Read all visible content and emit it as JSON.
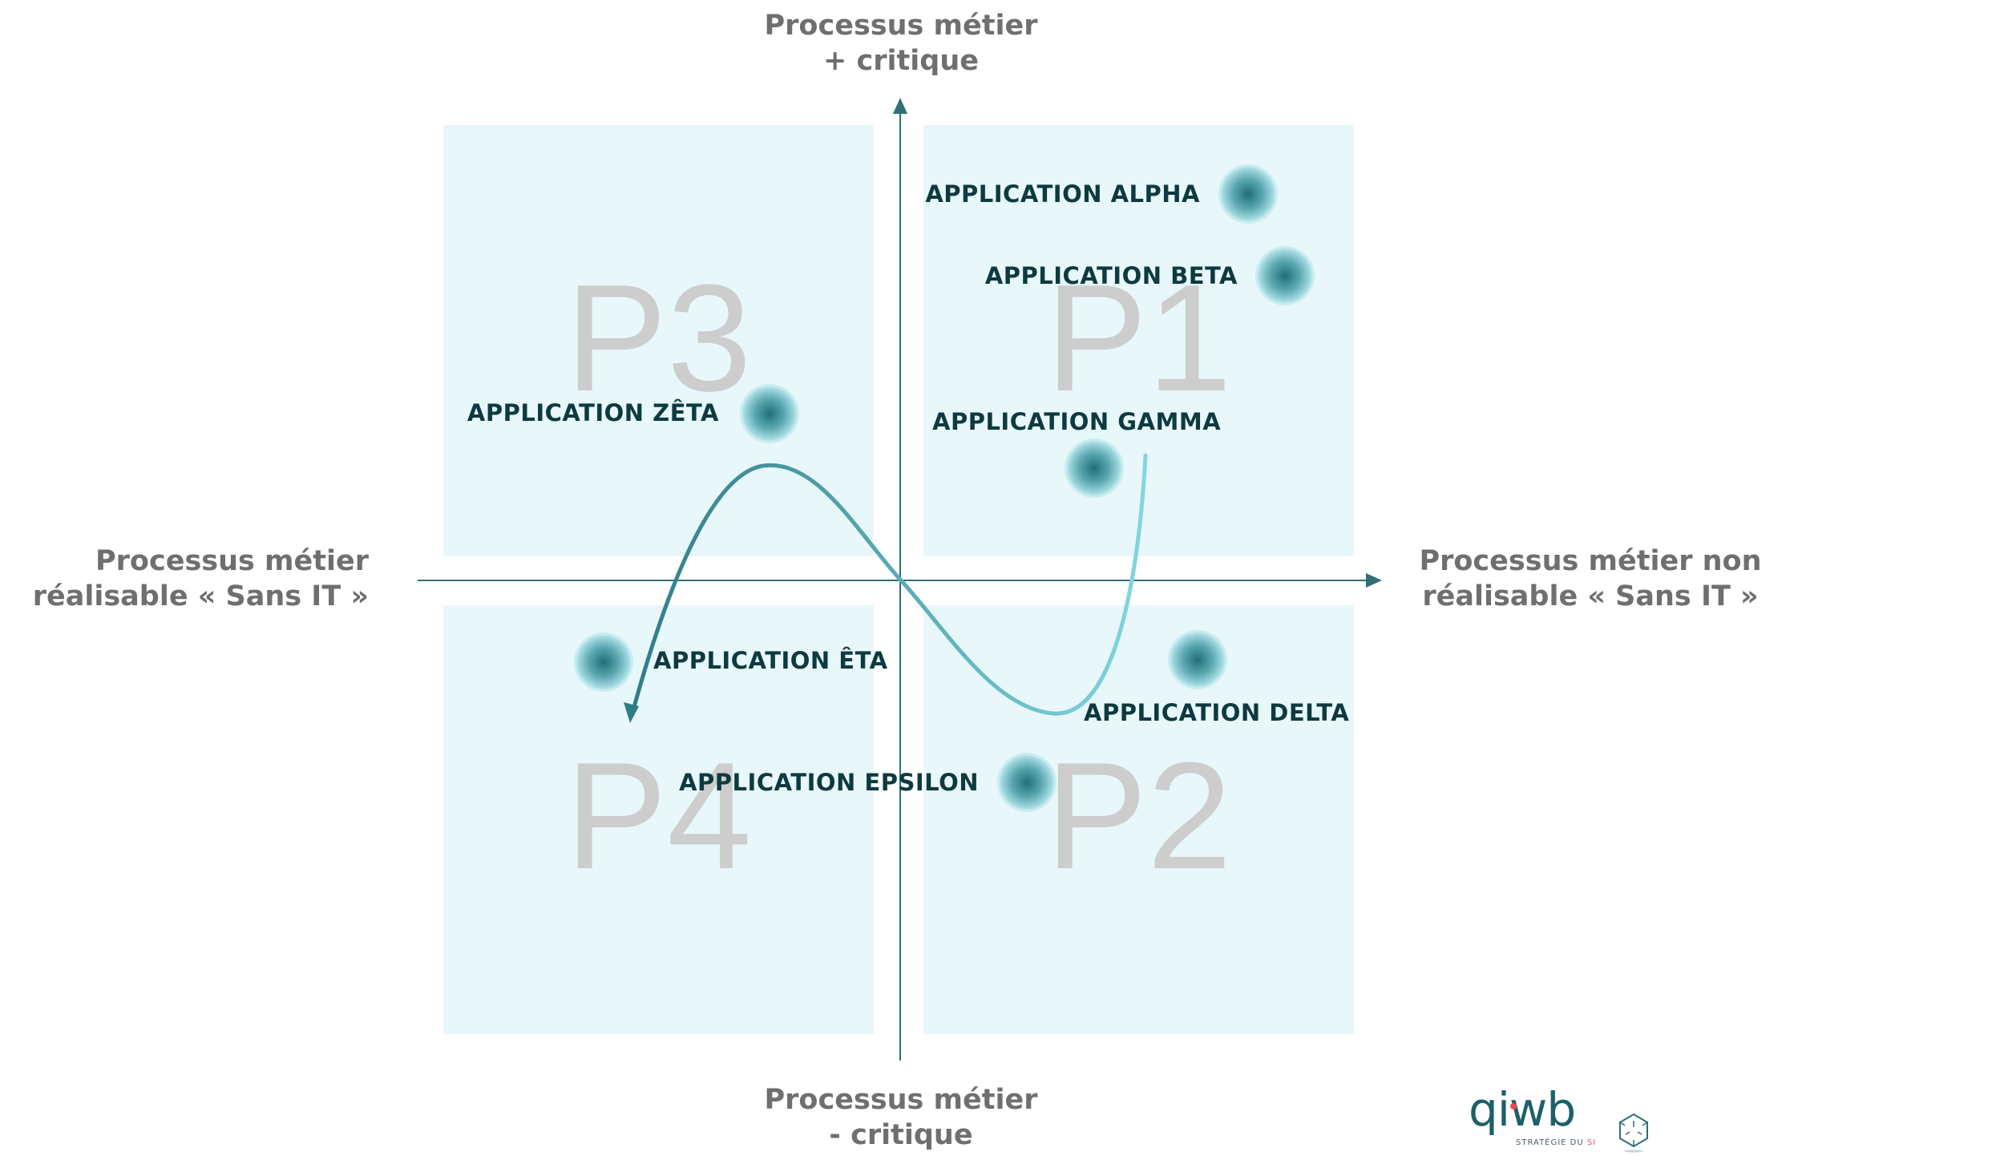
{
  "axes": {
    "top": [
      "Processus métier",
      "+ critique"
    ],
    "bottom": [
      "Processus métier",
      "- critique"
    ],
    "left": [
      "Processus métier",
      "réalisable « Sans IT »"
    ],
    "right": [
      "Processus métier non",
      "réalisable « Sans IT »"
    ]
  },
  "quadrants": [
    "P1",
    "P2",
    "P3",
    "P4"
  ],
  "applications": {
    "alpha": "APPLICATION ALPHA",
    "beta": "APPLICATION BETA",
    "gamma": "APPLICATION GAMMA",
    "delta": "APPLICATION DELTA",
    "epsilon": "APPLICATION EPSILON",
    "zeta": "APPLICATION ZÊTA",
    "eta": "APPLICATION ÊTA"
  },
  "logo": {
    "name": "qiwb",
    "tagline": "STRATÉGIE DU",
    "tagline_accent": "SI"
  },
  "colors": {
    "quadrant": "#e8f7fa",
    "axis": "#2e6f78",
    "text_dark": "#0d3a40",
    "curve_start": "#82d6e0",
    "curve_end": "#2e7c86",
    "logo_dot": "#e84c4c"
  }
}
